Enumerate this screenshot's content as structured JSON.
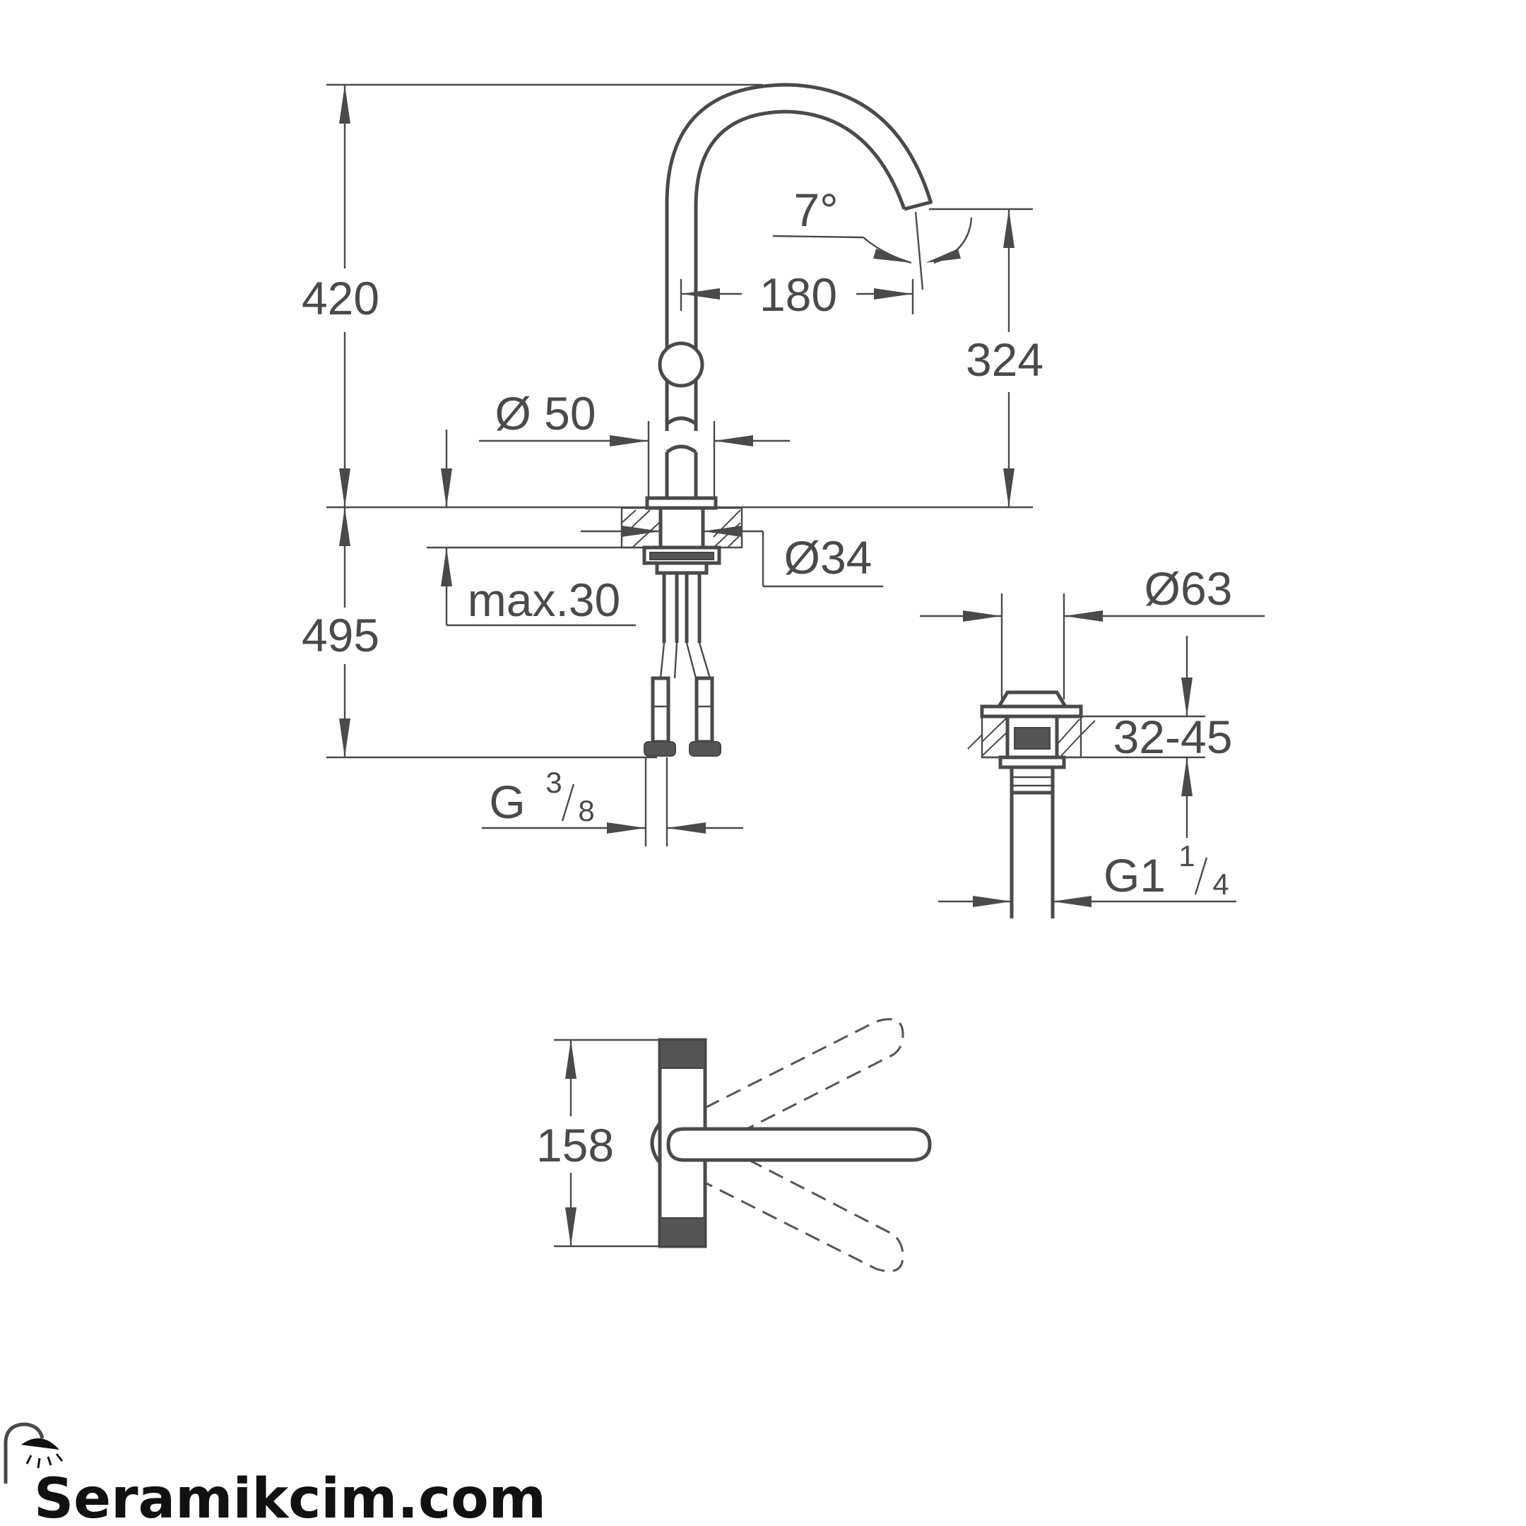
{
  "diagram": {
    "dimensions": {
      "total_height": "420",
      "below_deck": "495",
      "spout_reach": "180",
      "spout_height": "324",
      "spout_angle": "7°",
      "body_diameter": "Ø 50",
      "hole_diameter": "Ø34",
      "deck_thickness": "max.30",
      "connection_thread_main": "G",
      "connection_thread_num": "3",
      "connection_thread_den": "8",
      "waste_diameter": "Ø63",
      "waste_range": "32-45",
      "waste_thread_main": "G1",
      "waste_thread_num": "1",
      "waste_thread_den": "4",
      "lever_span": "158"
    }
  },
  "branding": {
    "site": "Seramikcim.com",
    "logo_icon": "shower-icon"
  }
}
